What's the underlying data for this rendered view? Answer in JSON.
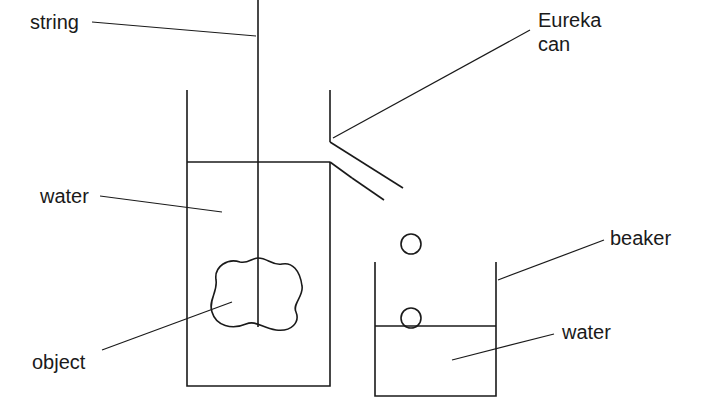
{
  "diagram": {
    "labels": [
      "string",
      "Eureka can",
      "water",
      "object",
      "beaker",
      "water"
    ]
  }
}
